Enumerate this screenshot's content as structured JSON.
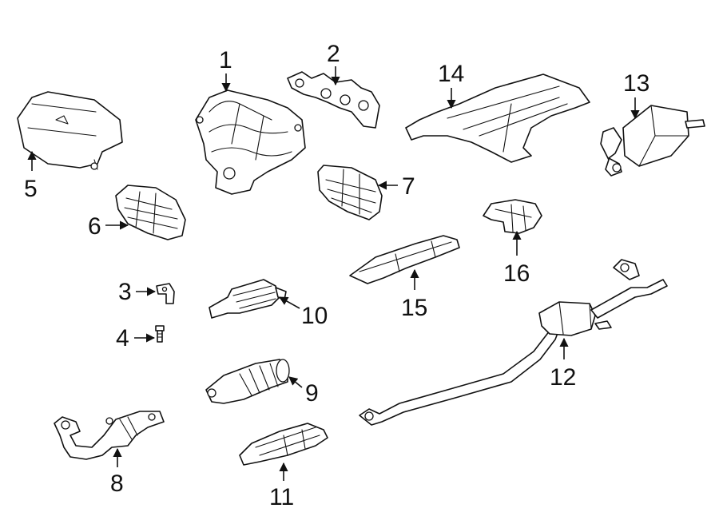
{
  "diagram": {
    "colors": {
      "line": "#111111",
      "background": "#ffffff"
    },
    "callouts": {
      "c1": "1",
      "c2": "2",
      "c3": "3",
      "c4": "4",
      "c5": "5",
      "c6": "6",
      "c7": "7",
      "c8": "8",
      "c9": "9",
      "c10": "10",
      "c11": "11",
      "c12": "12",
      "c13": "13",
      "c14": "14",
      "c15": "15",
      "c16": "16"
    }
  }
}
